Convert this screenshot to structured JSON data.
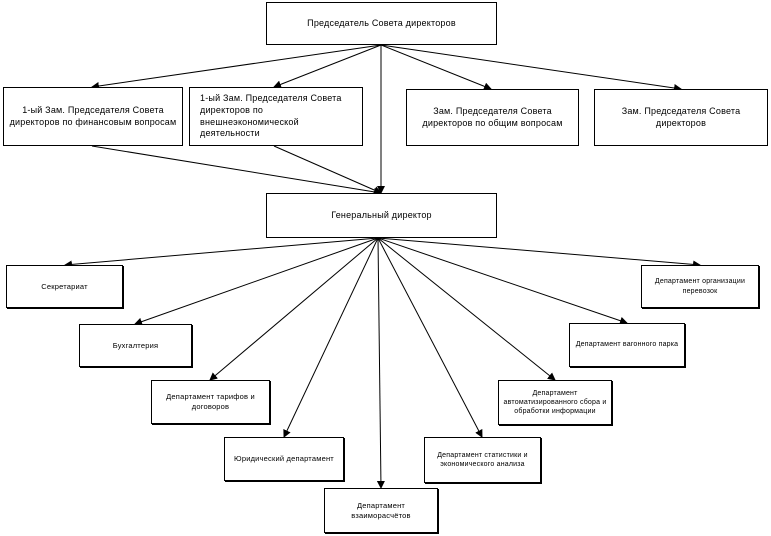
{
  "nodes": {
    "chairman": "Председатель Совета директоров",
    "deputy_first_finance": "1-ый Зам. Председателя Совета директоров по финансовым вопросам",
    "deputy_first_foreign": "1-ый Зам. Председателя Совета директоров по внешнеэкономической деятельности",
    "deputy_general": "Зам. Председателя Совета директоров по общим вопросам",
    "deputy": "Зам. Председателя Совета директоров",
    "general_director": "Генеральный директор",
    "secretariat": "Секретариат",
    "accounting": "Бухгалтерия",
    "tariffs_contracts": "Департамент тарифов и договоров",
    "legal": "Юридический департамент",
    "settlements": "Департамент взаиморасчётов",
    "statistics_economics": "Департамент статистики и экономического анализа",
    "automation": "Департамент автоматизированного сбора и обработки информации",
    "wagon_fleet": "Департамент вагонного парка",
    "transport_organization": "Департамент организации перевозок"
  },
  "colors": {
    "line": "#000000",
    "box_border": "#000000",
    "background": "#ffffff"
  }
}
